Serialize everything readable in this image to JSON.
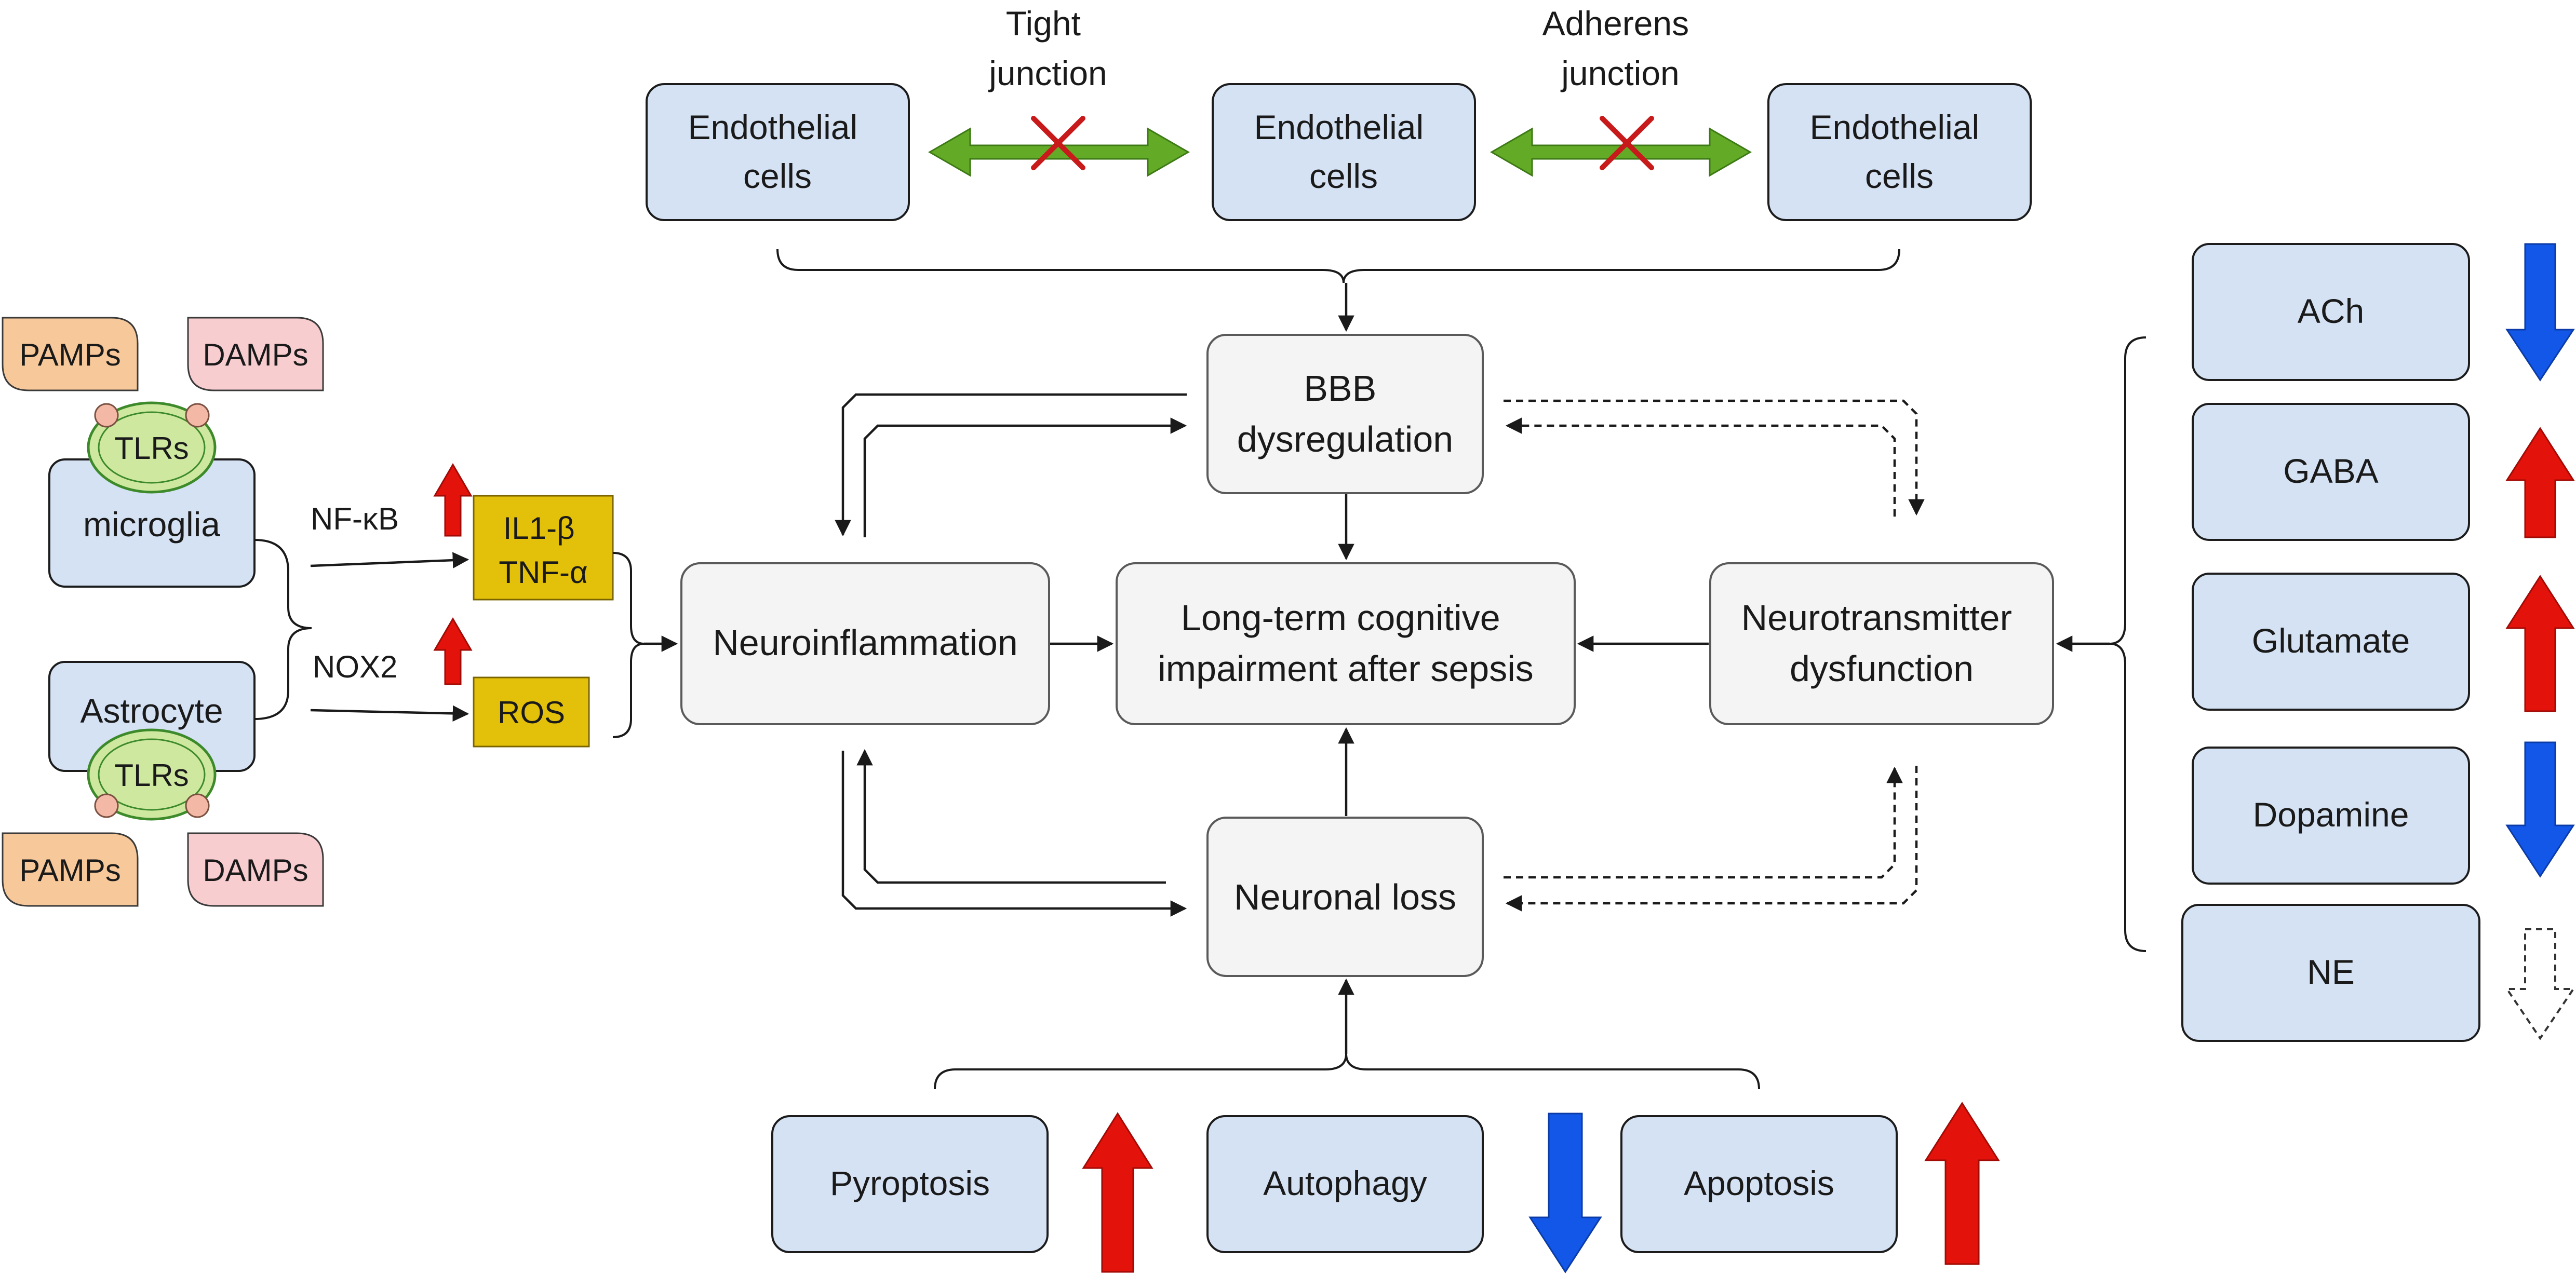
{
  "labels": {
    "tight_junction": [
      "Tight",
      "junction"
    ],
    "adherens_junction": [
      "Adherens",
      "junction"
    ],
    "endothelial_cells": [
      "Endothelial",
      "cells"
    ],
    "bbb": [
      "BBB",
      "dysregulation"
    ],
    "neuroinflammation": "Neuroinflammation",
    "central": [
      "Long-term cognitive",
      "impairment after sepsis"
    ],
    "neurotransmitter": [
      "Neurotransmitter",
      "dysfunction"
    ],
    "neuronal_loss": "Neuronal loss",
    "pyroptosis": "Pyroptosis",
    "autophagy": "Autophagy",
    "apoptosis": "Apoptosis",
    "ach": "ACh",
    "gaba": "GABA",
    "glutamate": "Glutamate",
    "dopamine": "Dopamine",
    "ne": "NE",
    "pamps": "PAMPs",
    "damps": "DAMPs",
    "tlrs": "TLRs",
    "microglia": "microglia",
    "astrocyte": "Astrocyte",
    "nfkb": "NF-κB",
    "nox2": "NOX2",
    "il1b": "IL1-β",
    "tnfa": "TNF-α",
    "ros": "ROS"
  },
  "colors": {
    "up_arrow": "#e3120b",
    "down_arrow": "#1357e8",
    "double_arrow": "#63aa27",
    "cross": "#c81a1a"
  },
  "trends": {
    "ach": "down",
    "gaba": "up",
    "glutamate": "up",
    "dopamine": "down",
    "ne": "down-dashed",
    "pyroptosis": "up",
    "autophagy": "down",
    "apoptosis": "up",
    "nfkb": "up",
    "nox2": "up"
  },
  "icons": [
    "up-arrow-icon",
    "down-arrow-icon",
    "double-arrow-icon",
    "cross-icon"
  ]
}
